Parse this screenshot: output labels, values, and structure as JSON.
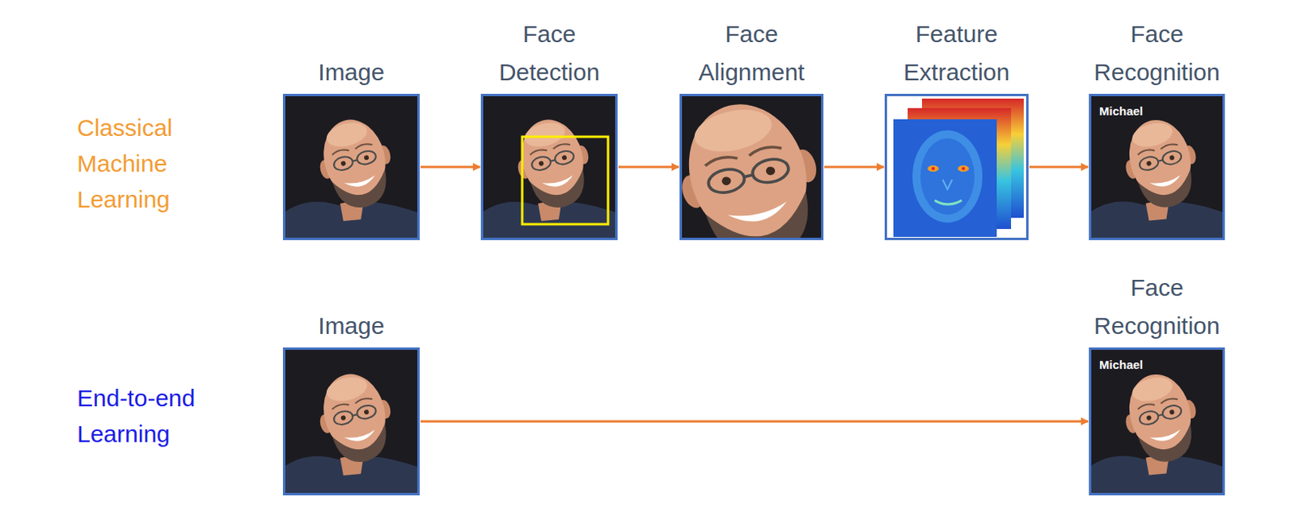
{
  "diagram": {
    "nodes": [
      {
        "text": [
          "Image"
        ]
      },
      {
        "text": [
          "Face Detection"
        ]
      },
      {
        "text": [
          "Face Alignment"
        ]
      },
      {
        "text": [
          "Feature Extraction"
        ]
      },
      {
        "text": [
          "Face Recognition",
          "Michael"
        ]
      },
      {
        "text": [
          "Image"
        ]
      },
      {
        "text": [
          "Face Recognition",
          "Michael"
        ]
      }
    ],
    "edges": [
      {
        "from": 0,
        "to": 1,
        "arrow": "to"
      },
      {
        "from": 1,
        "to": 2,
        "arrow": "to"
      },
      {
        "from": 2,
        "to": 3,
        "arrow": "to"
      },
      {
        "from": 3,
        "to": 4,
        "arrow": "to"
      },
      {
        "from": 5,
        "to": 6,
        "arrow": "to"
      }
    ],
    "labels": [
      "Classical Machine Learning",
      "End-to-end Learning"
    ]
  }
}
